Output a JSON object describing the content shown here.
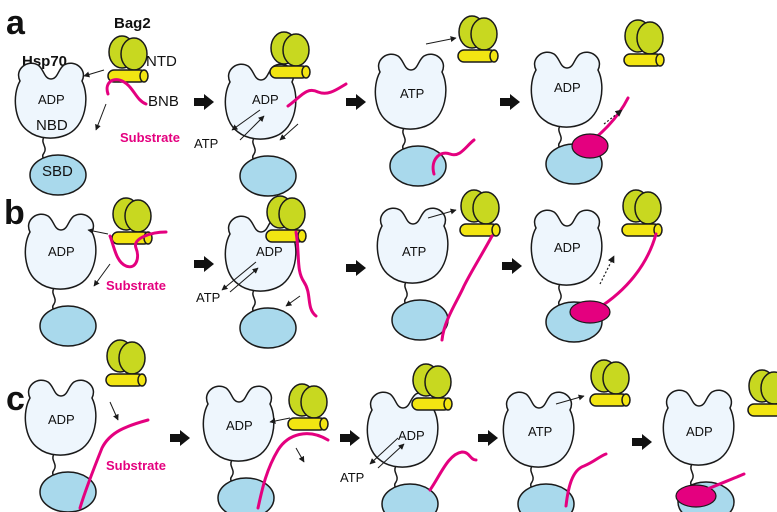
{
  "panels": [
    "a",
    "b",
    "c"
  ],
  "labels": {
    "bag2": "Bag2",
    "hsp70": "Hsp70",
    "ntd": "NTD",
    "bnb": "BNB",
    "nbd": "NBD",
    "sbd": "SBD",
    "substrate": "Substrate",
    "adp": "ADP",
    "atp": "ATP"
  },
  "colors": {
    "nbd_fill": "#eef6fd",
    "sbd_fill": "#a9d9ec",
    "bag2_ntd": "#c8d820",
    "bag2_bnb": "#f2e512",
    "substrate": "#e4007f"
  }
}
